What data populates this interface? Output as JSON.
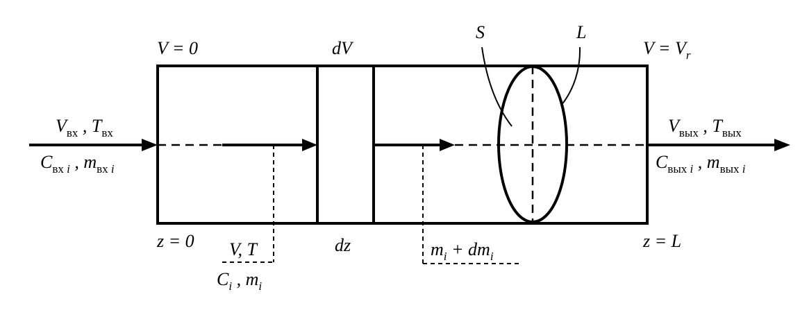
{
  "labels": {
    "v0": "V = 0",
    "z0": "z = 0",
    "dV": "dV",
    "dz": "dz",
    "S": "S",
    "L_axis": "L",
    "vVr_main": "V = V",
    "vVr_sub": "r",
    "zL": "z = L",
    "vin_V": "V",
    "vin_Vsub": "вх",
    "vin_sep": " , ",
    "vin_T": "T",
    "vin_Tsub": "вх",
    "cin_C": "C",
    "cin_Csub": "вх ",
    "cin_Ci": "i",
    "cin_sep": " , ",
    "cin_m": "m",
    "cin_msub": "вх ",
    "cin_mi": "i",
    "vout_V": "V",
    "vout_Vsub": "вых",
    "vout_sep": " , ",
    "vout_T": "T",
    "vout_Tsub": "вых",
    "cout_C": "C",
    "cout_Csub": "вых ",
    "cout_Ci": "i",
    "cout_sep": " , ",
    "cout_m": "m",
    "cout_msub": "вых ",
    "cout_mi": "i",
    "vt": "V, T",
    "ci_C": "C",
    "ci_Csub": "i",
    "ci_sep": " , ",
    "ci_m": "m",
    "ci_msub": "i",
    "mi_m": "m",
    "mi_msub": "i",
    "mi_plus": " + dm",
    "mi_dmsub": "i"
  }
}
